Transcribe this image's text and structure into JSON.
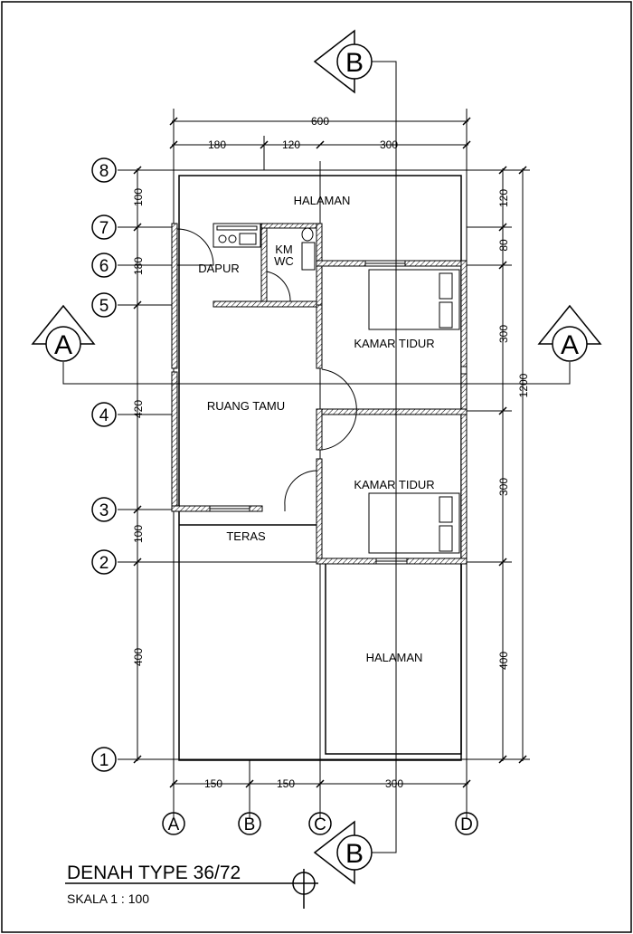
{
  "title": "DENAH TYPE 36/72",
  "scale": "SKALA 1 : 100",
  "section_cuts": {
    "a": "A",
    "b": "B"
  },
  "grid_rows": [
    "8",
    "7",
    "6",
    "5",
    "4",
    "3",
    "2",
    "1"
  ],
  "grid_cols": [
    "A",
    "B",
    "C",
    "D"
  ],
  "dims_top": {
    "total": "600",
    "d1": "180",
    "d2": "120",
    "d3": "300"
  },
  "dims_bottom": {
    "d1": "150",
    "d2": "150",
    "d3": "300"
  },
  "dims_left": {
    "d87": "100",
    "d76": "180",
    "d54": "420",
    "d32": "100",
    "d21": "400"
  },
  "dims_right": {
    "r1": "120",
    "r2": "80",
    "r3": "300",
    "r4": "300",
    "r5": "400",
    "total": "1200"
  },
  "rooms": {
    "halaman_top": "HALAMAN",
    "dapur": "DAPUR",
    "km": "KM",
    "wc": "WC",
    "kamar_tidur_1": "KAMAR TIDUR",
    "ruang_tamu": "RUANG TAMU",
    "kamar_tidur_2": "KAMAR TIDUR",
    "teras": "TERAS",
    "halaman_bottom": "HALAMAN"
  }
}
